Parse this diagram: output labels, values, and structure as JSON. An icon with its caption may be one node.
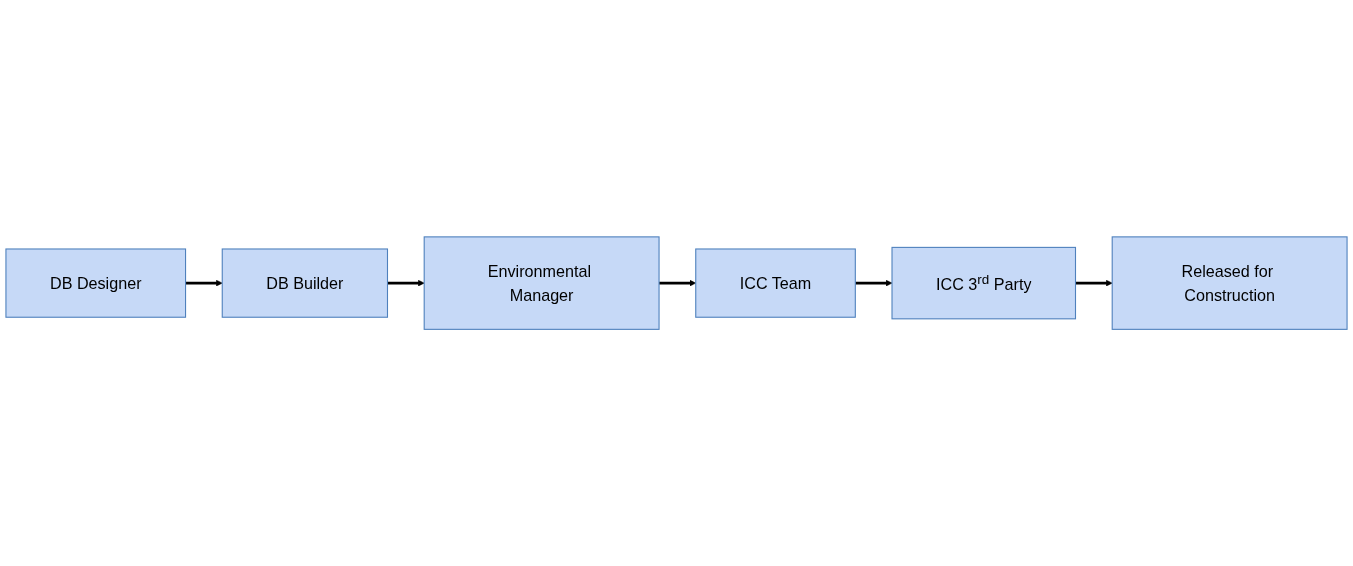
{
  "diagram": {
    "nodes": [
      {
        "text": [
          "DB Designer"
        ]
      },
      {
        "text": [
          "DB Builder"
        ]
      },
      {
        "text": [
          "Environmental Manager"
        ]
      },
      {
        "text": [
          "ICC Team"
        ]
      },
      {
        "text": [
          "ICC 3$^{rd}$ Party"
        ]
      },
      {
        "text": [
          "Released for Construction"
        ]
      }
    ],
    "edges": [
      {
        "from": 0,
        "to": 1,
        "arrow": "to"
      },
      {
        "from": 1,
        "to": 2,
        "arrow": "to"
      },
      {
        "from": 2,
        "to": 3,
        "arrow": "to"
      },
      {
        "from": 3,
        "to": 4,
        "arrow": "to"
      },
      {
        "from": 4,
        "to": 5,
        "arrow": "to"
      }
    ]
  }
}
